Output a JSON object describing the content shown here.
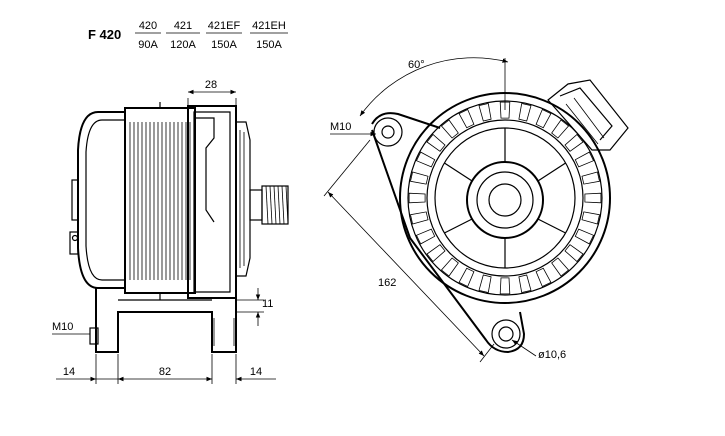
{
  "title": "F 420",
  "variants": [
    {
      "model": "420",
      "current": "90A"
    },
    {
      "model": "421",
      "current": "120A"
    },
    {
      "model": "421EF",
      "current": "150A"
    },
    {
      "model": "421EH",
      "current": "150A"
    }
  ],
  "side_view": {
    "dim_top": "28",
    "thread_label": "M10",
    "dim_offset": "11",
    "dim_left": "14",
    "dim_center": "82",
    "dim_right": "14"
  },
  "front_view": {
    "angle": "60°",
    "thread_label": "M10",
    "dim_diagonal": "162",
    "hole_diameter": "ø10,6"
  }
}
